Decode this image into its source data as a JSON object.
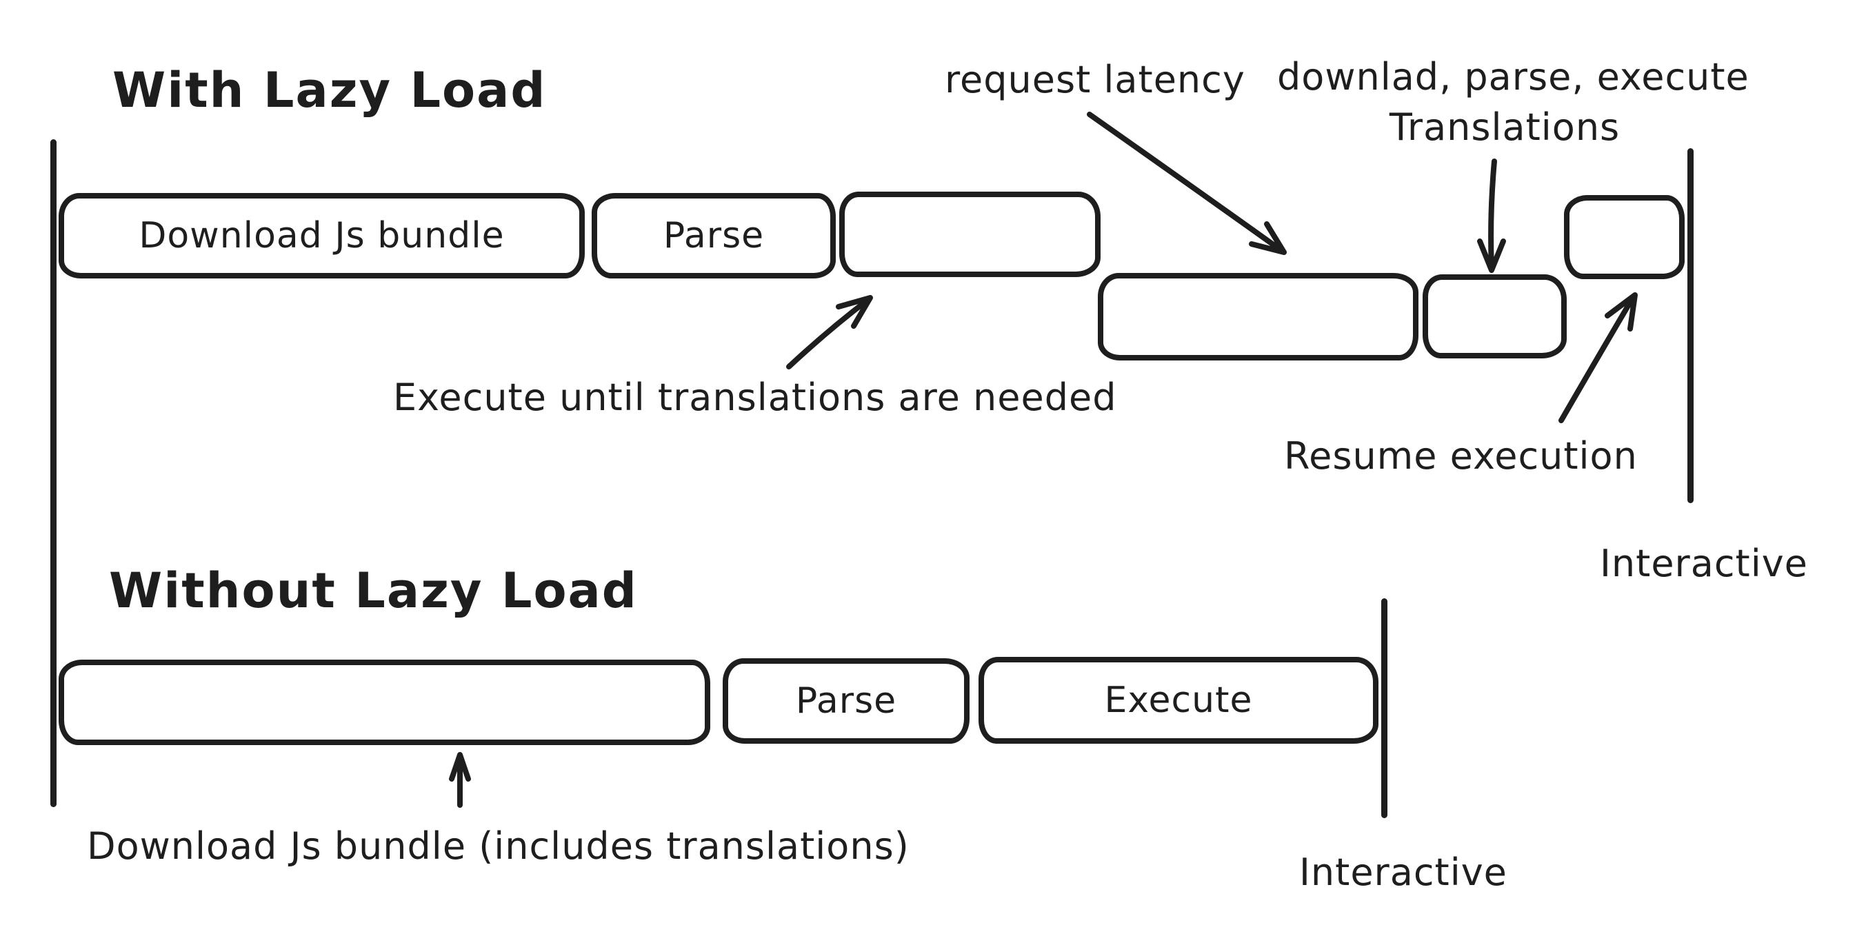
{
  "colors": {
    "ink": "#1e1e1e",
    "background": "#ffffff"
  },
  "with_lazy_load": {
    "title": "With Lazy Load",
    "boxes": {
      "download": "Download Js bundle",
      "parse": "Parse"
    },
    "annotations": {
      "request_latency": "request latency",
      "download_parse_execute": "downlad, parse, execute",
      "translations": "Translations",
      "execute_until": "Execute until translations are needed",
      "resume_execution": "Resume execution",
      "interactive": "Interactive"
    }
  },
  "without_lazy_load": {
    "title": "Without Lazy Load",
    "boxes": {
      "parse": "Parse",
      "execute": "Execute"
    },
    "annotations": {
      "download_bundle": "Download Js bundle (includes translations)",
      "interactive": "Interactive"
    }
  }
}
